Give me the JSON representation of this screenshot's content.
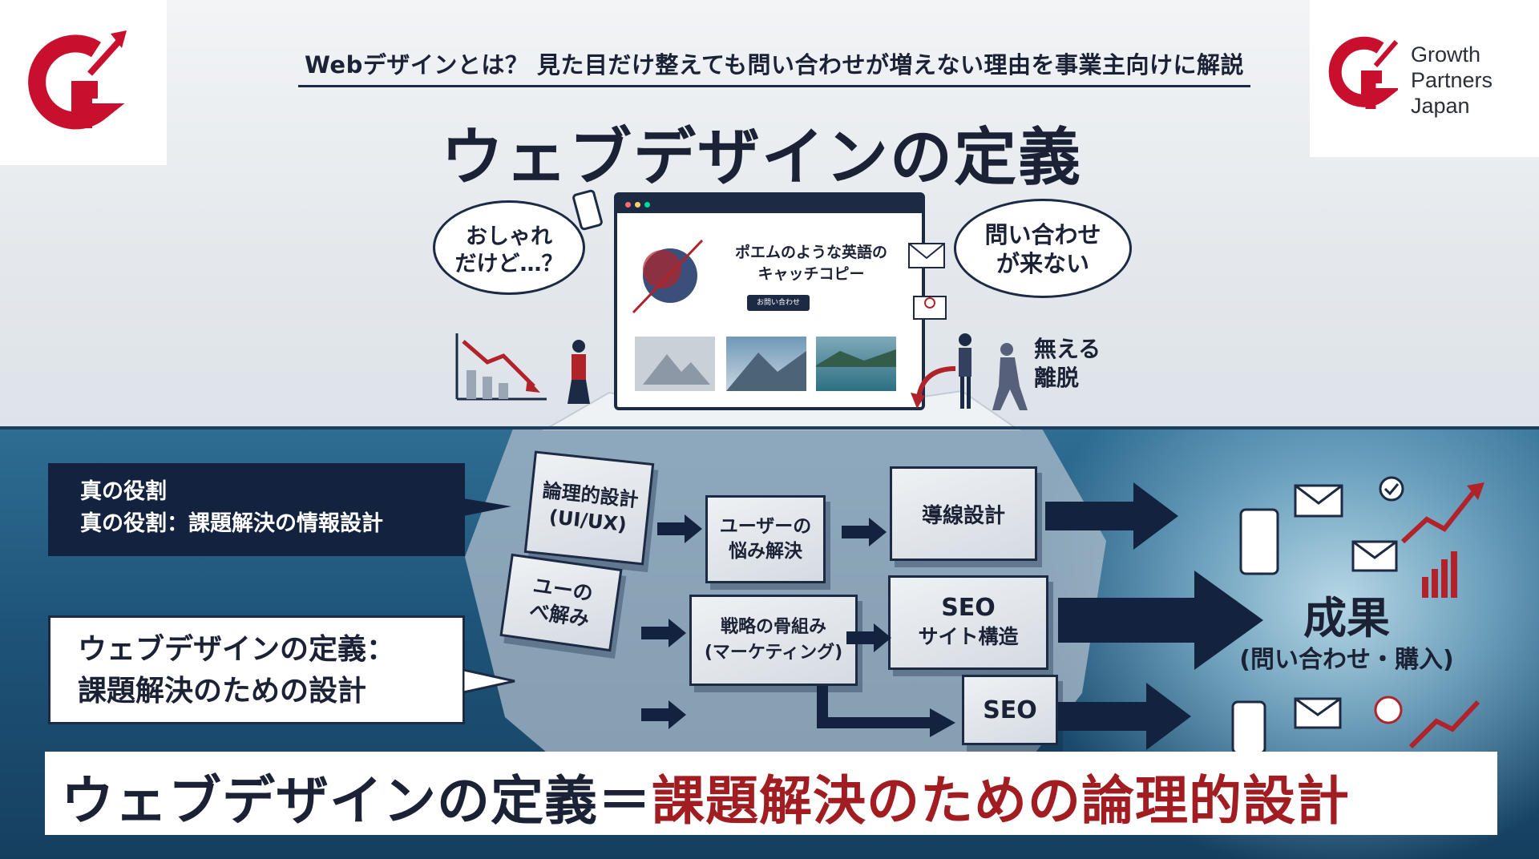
{
  "header": {
    "subtitle": "Webデザインとは？ 見た目だけ整えても問い合わせが増えない理由を事業主向けに解説",
    "title": "ウェブデザインの定義"
  },
  "logo": {
    "company_line1": "Growth",
    "company_line2": "Partners",
    "company_line3": "Japan",
    "accent": "#c8102e"
  },
  "surface": {
    "bubble_left_line1": "おしゃれ",
    "bubble_left_line2": "だけど…？",
    "bubble_right_line1": "問い合わせ",
    "bubble_right_line2": "が来ない",
    "fade_line1": "無える",
    "fade_line2": "離脱",
    "browser": {
      "catch_line1": "ポエムのような英語の",
      "catch_line2": "キャッチコピー",
      "cta": "お問い合わせ"
    }
  },
  "underwater": {
    "role_line1": "真の役割",
    "role_line2": "真の役割：課題解決の情報設計",
    "definition_line1": "ウェブデザインの定義：",
    "definition_line2": "課題解決のための設計",
    "blocks": {
      "logic_line1": "論理的設計",
      "logic_line2": "(UI/UX)",
      "user_line1": "ユーザーの",
      "user_line2": "悩み解決",
      "flow": "導線設計",
      "user2_line1": "ユーの",
      "user2_line2": "べ解み",
      "strategy_line1": "戦略の骨組み",
      "strategy_line2": "(マーケティング)",
      "seo_line1": "SEO",
      "seo_line2": "サイト構造",
      "seo_small": "SEO"
    },
    "result_title": "成果",
    "result_sub": "(問い合わせ・購入)"
  },
  "banner": {
    "part_a": "ウェブデザインの定義＝",
    "part_b": "課題解決のための論理的設計"
  },
  "colors": {
    "navy": "#1b2a44",
    "red": "#a11d22",
    "sea": "#1e5479"
  }
}
